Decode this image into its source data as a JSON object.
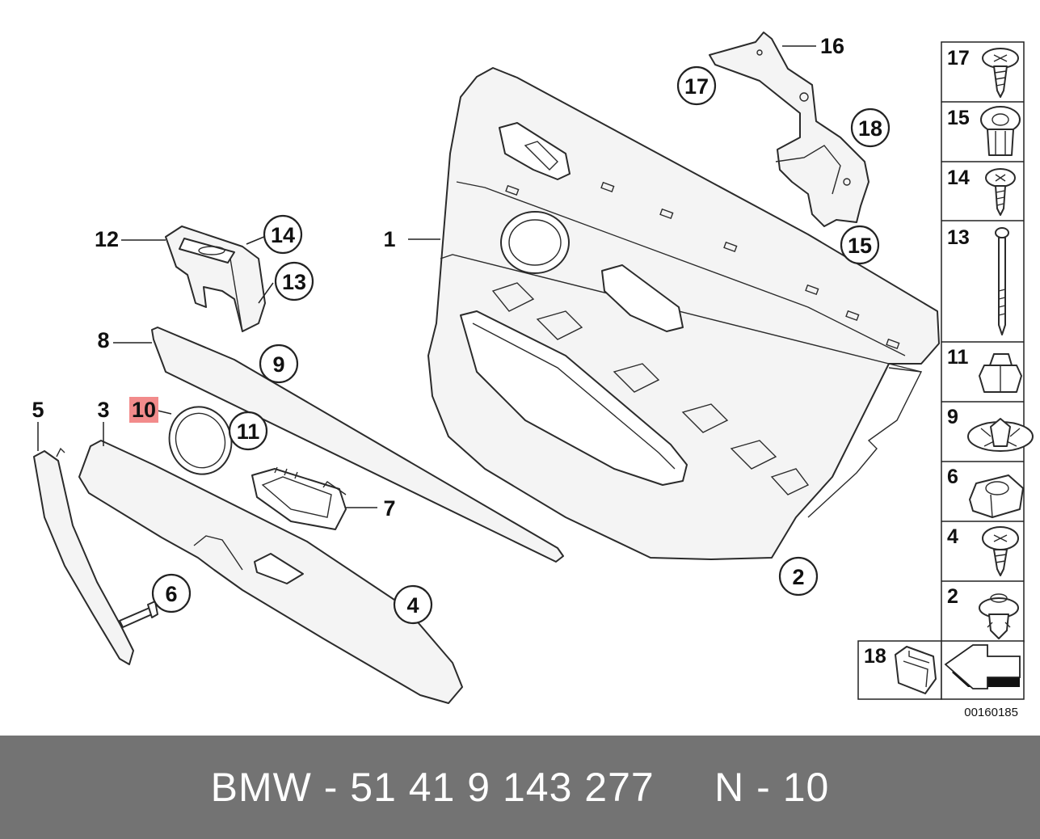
{
  "diagram": {
    "drawing_code": "00160185",
    "highlight_color": "#f28b8b",
    "labels": {
      "p1": "1",
      "p2": "2",
      "p3": "3",
      "p4": "4",
      "p5": "5",
      "p6": "6",
      "p7": "7",
      "p8": "8",
      "p9": "9",
      "p10": "10",
      "p11": "11",
      "p12": "12",
      "p13": "13",
      "p14": "14",
      "p15": "15",
      "p16": "16",
      "p17": "17",
      "p18": "18"
    },
    "legend": [
      "17",
      "15",
      "14",
      "13",
      "11",
      "9",
      "6",
      "4",
      "2",
      "18"
    ]
  },
  "footer": {
    "text": "BMW - 51 41 9 143 277     N - 10",
    "background": "#737373"
  }
}
